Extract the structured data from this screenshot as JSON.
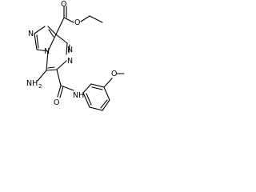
{
  "structure": {
    "labels": {
      "imidazole_n": "N",
      "bridge_n": "N",
      "triazine_n1": "N",
      "triazine_n2": "N",
      "amide_nh": "NH",
      "amino": "NH",
      "amino_sub": "2",
      "ester_o_carbonyl": "O",
      "ester_o_ether": "O",
      "amide_o": "O",
      "methoxy_o": "O"
    }
  }
}
